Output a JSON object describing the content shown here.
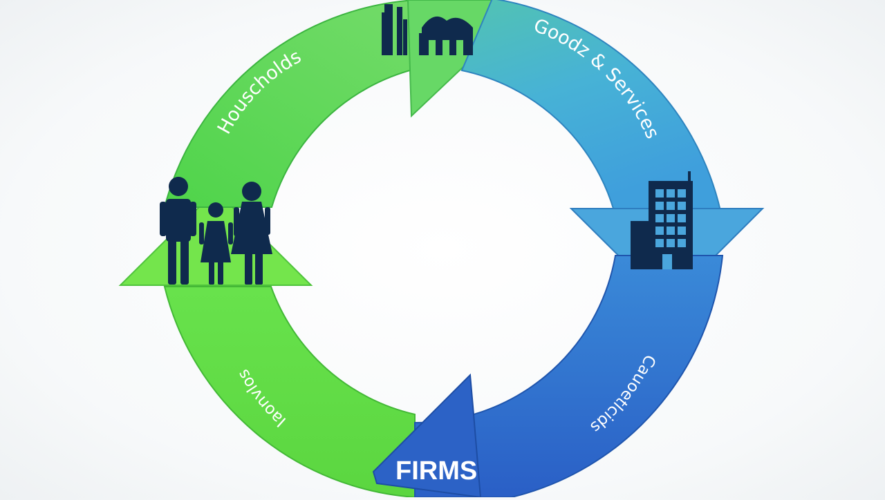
{
  "diagram": {
    "labels": {
      "households": "Houscholds",
      "goods_services": "Goodz & Services",
      "right_lower": "Cauoetlcids",
      "left_lower": "Iaonvlos",
      "firms": "FIRMS"
    },
    "icons": {
      "top": "factory-icon",
      "left": "family-icon",
      "right": "office-building-icon"
    },
    "colors": {
      "green": "#5fd85a",
      "teal": "#4bb0c9",
      "blue": "#2f72cf",
      "lime": "#6ee74d",
      "icon": "#0f2a4d"
    }
  }
}
